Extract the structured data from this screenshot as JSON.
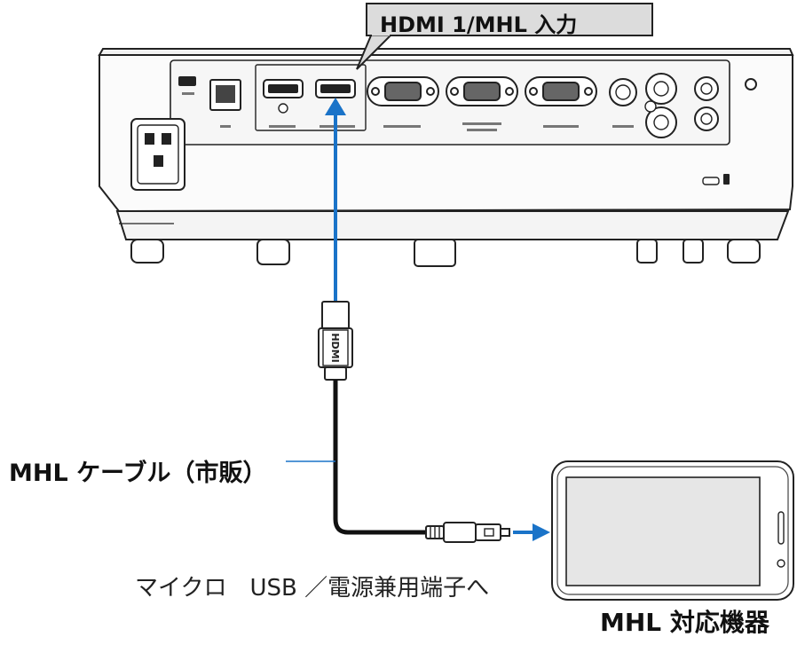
{
  "labels": {
    "input_callout": "HDMI 1/MHL 入力",
    "cable": "MHL ケーブル（市販）",
    "usb_port": "マイクロ　USB ／電源兼用端子へ",
    "device": "MHL 対応機器"
  },
  "cable_plug_text": "HDMI",
  "colors": {
    "arrow": "#1a73c8",
    "callout_fill": "#dcdcdc",
    "outline": "#222222",
    "device_screen": "#e6e6e6"
  }
}
